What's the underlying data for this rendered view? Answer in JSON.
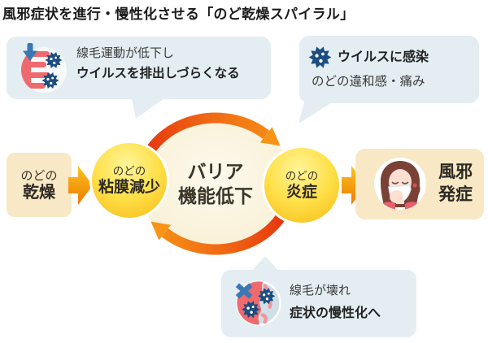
{
  "title": "風邪症状を進行・慢性化させる「のど乾燥スパイラル」",
  "callouts": {
    "top_left": {
      "icon": "cilia-virus-decline-icon",
      "line1": "線毛運動が低下し",
      "line2": "ウイルスを排出しづらくなる"
    },
    "top_right": {
      "icon": "virus-icon",
      "line1": "ウイルスに感染",
      "line2": "のどの違和感・痛み"
    },
    "bottom": {
      "icon": "cilia-broken-icon",
      "line1": "線毛が壊れ",
      "line2": "症状の慢性化へ"
    }
  },
  "flow": {
    "dryness_box": {
      "line1": "のどの",
      "line2": "乾燥"
    },
    "mucosa_node": {
      "line1": "のどの",
      "line2": "粘膜減少"
    },
    "barrier_center": {
      "line1": "バリア",
      "line2": "機能低下"
    },
    "inflammation_node": {
      "line1": "のどの",
      "line2": "炎症"
    },
    "cold_box": {
      "icon": "sneezing-woman-icon",
      "line1": "風邪",
      "line2": "発症"
    }
  },
  "colors": {
    "callout_bg": "#e3edf2",
    "box_bg": "#f8e8c5",
    "node_yellow_deep": "#f5bb16",
    "cycle_red": "#e6330f",
    "cycle_orange": "#f68e17",
    "arrowhead_orange": "#f79417",
    "block_arrow_top": "#fbc21e",
    "block_arrow_bottom": "#ee7a02",
    "virus_navy": "#1c4d80",
    "accent_blue": "#3a78b4",
    "cilia_salmon": "#ee6a6e",
    "inner_cream": "#f8efd4"
  }
}
